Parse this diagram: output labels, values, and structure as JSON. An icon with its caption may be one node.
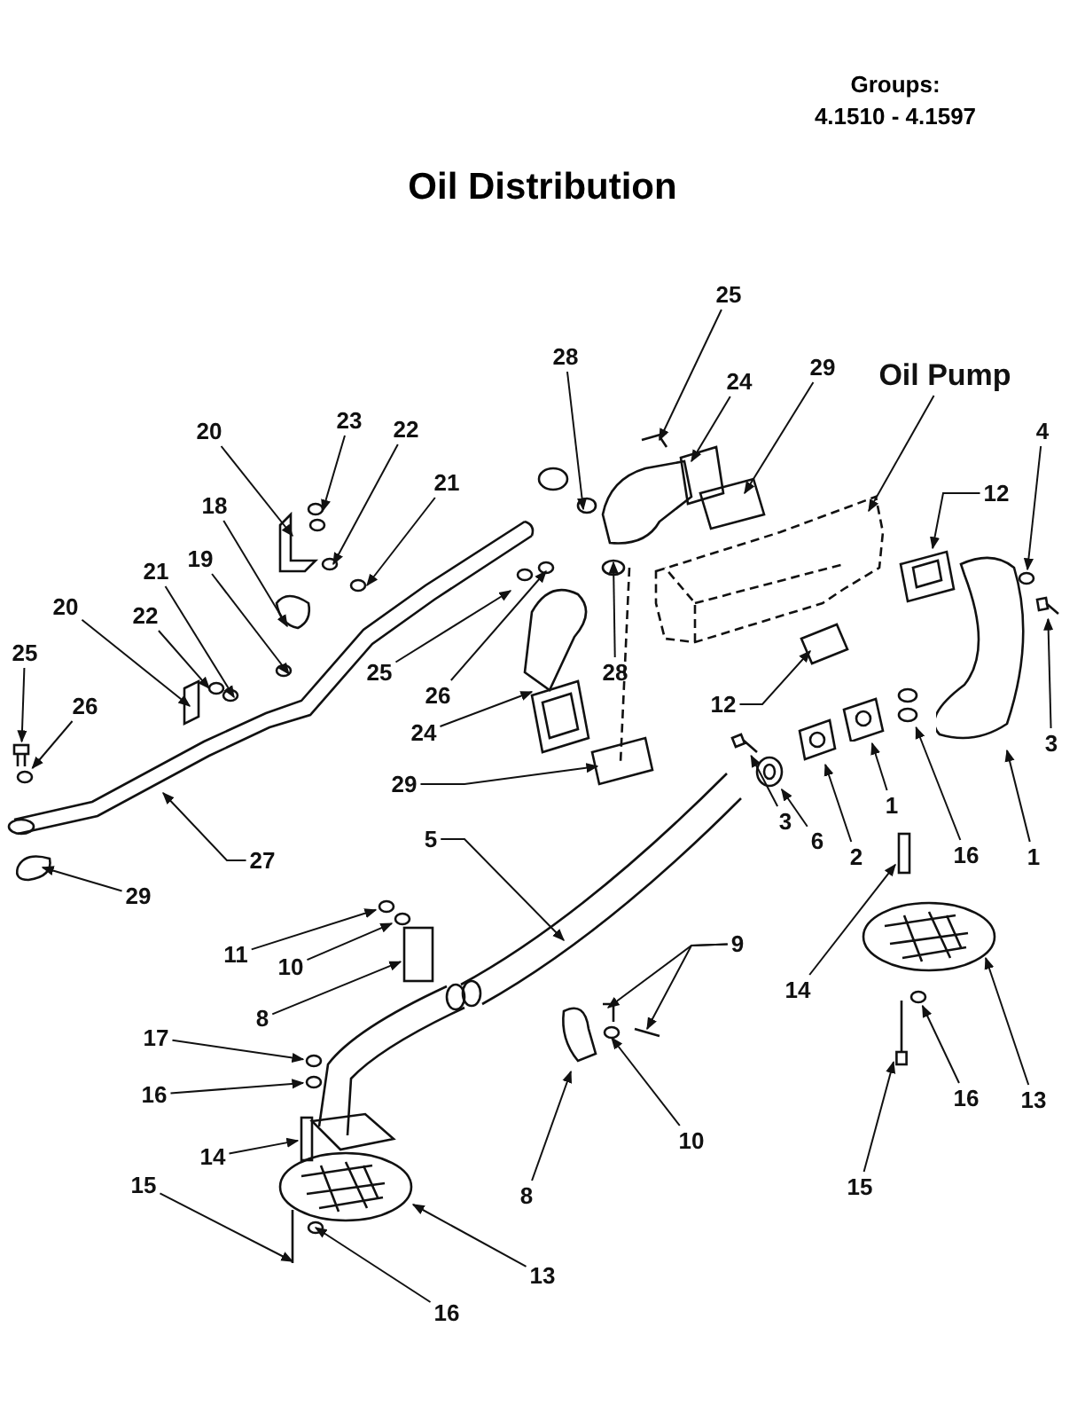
{
  "diagram": {
    "title": "Oil Distribution",
    "nodes": [
      {
        "text": [
          "25"
        ]
      },
      {
        "text": [
          "28"
        ]
      },
      {
        "text": [
          "24"
        ]
      },
      {
        "text": [
          "29"
        ]
      },
      {
        "text": [
          "Oil Pump"
        ]
      },
      {
        "text": [
          "4"
        ]
      },
      {
        "text": [
          "20"
        ]
      },
      {
        "text": [
          "23"
        ]
      },
      {
        "text": [
          "22"
        ]
      },
      {
        "text": [
          "21"
        ]
      },
      {
        "text": [
          "12"
        ]
      },
      {
        "text": [
          "18"
        ]
      },
      {
        "text": [
          "21"
        ]
      },
      {
        "text": [
          "19"
        ]
      },
      {
        "text": [
          "20"
        ]
      },
      {
        "text": [
          "22"
        ]
      },
      {
        "text": [
          "25"
        ]
      },
      {
        "text": [
          "26"
        ]
      },
      {
        "text": [
          "25"
        ]
      },
      {
        "text": [
          "26"
        ]
      },
      {
        "text": [
          "28"
        ]
      },
      {
        "text": [
          "24"
        ]
      },
      {
        "text": [
          "12"
        ]
      },
      {
        "text": [
          "3"
        ]
      },
      {
        "text": [
          "29"
        ]
      },
      {
        "text": [
          "3"
        ]
      },
      {
        "text": [
          "1"
        ]
      },
      {
        "text": [
          "5"
        ]
      },
      {
        "text": [
          "6"
        ]
      },
      {
        "text": [
          "2"
        ]
      },
      {
        "text": [
          "16"
        ]
      },
      {
        "text": [
          "1"
        ]
      },
      {
        "text": [
          "27"
        ]
      },
      {
        "text": [
          "29"
        ]
      },
      {
        "text": [
          "11"
        ]
      },
      {
        "text": [
          "10"
        ]
      },
      {
        "text": [
          "9"
        ]
      },
      {
        "text": [
          "14"
        ]
      },
      {
        "text": [
          "8"
        ]
      },
      {
        "text": [
          "17"
        ]
      },
      {
        "text": [
          "16"
        ]
      },
      {
        "text": [
          "16"
        ]
      },
      {
        "text": [
          "13"
        ]
      },
      {
        "text": [
          "14"
        ]
      },
      {
        "text": [
          "10"
        ]
      },
      {
        "text": [
          "15"
        ]
      },
      {
        "text": [
          "8"
        ]
      },
      {
        "text": [
          "15"
        ]
      },
      {
        "text": [
          "13"
        ]
      },
      {
        "text": [
          "16"
        ]
      },
      {
        "text": [],
        "shape": "picture"
      },
      {
        "text": [],
        "shape": "picture"
      },
      {
        "text": [],
        "shape": "picture"
      },
      {
        "text": [],
        "shape": "picture"
      },
      {
        "text": [],
        "shape": "picture"
      },
      {
        "text": [],
        "shape": "circle"
      },
      {
        "text": [],
        "shape": "box"
      },
      {
        "text": [],
        "shape": "circle"
      },
      {
        "text": [],
        "shape": "picture"
      },
      {
        "text": [],
        "shape": "circle"
      },
      {
        "text": [],
        "shape": "picture"
      },
      {
        "text": [],
        "shape": "picture"
      },
      {
        "text": [],
        "shape": "picture"
      },
      {
        "text": [],
        "shape": "picture"
      },
      {
        "text": [],
        "shape": "circle"
      },
      {
        "text": [],
        "shape": "circle"
      },
      {
        "text": [],
        "shape": "circle"
      },
      {
        "text": [],
        "shape": "circle"
      },
      {
        "text": [],
        "shape": "box"
      },
      {
        "text": [],
        "shape": "box"
      }
    ],
    "edges": [
      {
        "from": 0,
        "to": null,
        "arrow": "to"
      },
      {
        "from": 1,
        "to": null,
        "arrow": "to"
      },
      {
        "from": 2,
        "to": null,
        "arrow": "to"
      },
      {
        "from": 3,
        "to": null,
        "arrow": "to"
      },
      {
        "from": 4,
        "to": null,
        "arrow": "to"
      },
      {
        "from": 5,
        "to": 59,
        "arrow": "to"
      },
      {
        "from": 6,
        "to": null,
        "arrow": "to"
      },
      {
        "from": 7,
        "to": null,
        "arrow": "to"
      },
      {
        "from": 8,
        "to": null,
        "arrow": "to"
      },
      {
        "from": 9,
        "to": null,
        "arrow": "to"
      },
      {
        "from": 10,
        "to": 61,
        "arrow": "to"
      },
      {
        "from": 11,
        "to": null,
        "arrow": "to"
      },
      {
        "from": 12,
        "to": null,
        "arrow": "to"
      },
      {
        "from": 13,
        "to": null,
        "arrow": "to"
      },
      {
        "from": 14,
        "to": null,
        "arrow": "to"
      },
      {
        "from": 15,
        "to": null,
        "arrow": "to"
      },
      {
        "from": 16,
        "to": 50,
        "arrow": "to"
      },
      {
        "from": 17,
        "to": 67,
        "arrow": "to"
      },
      {
        "from": 18,
        "to": null,
        "arrow": "to"
      },
      {
        "from": 19,
        "to": null,
        "arrow": "to"
      },
      {
        "from": 20,
        "to": null,
        "arrow": "to"
      },
      {
        "from": 21,
        "to": null,
        "arrow": "to"
      },
      {
        "from": 22,
        "to": null,
        "arrow": "to"
      },
      {
        "from": 23,
        "to": 60,
        "arrow": "to"
      },
      {
        "from": 24,
        "to": null,
        "arrow": "to"
      },
      {
        "from": 25,
        "to": 51,
        "arrow": "to"
      },
      {
        "from": 26,
        "to": 63,
        "arrow": "to"
      },
      {
        "from": 27,
        "to": null,
        "arrow": "to"
      },
      {
        "from": 28,
        "to": 52,
        "arrow": "to"
      },
      {
        "from": 29,
        "to": 53,
        "arrow": "to"
      },
      {
        "from": 30,
        "to": 62,
        "arrow": "to"
      },
      {
        "from": 31,
        "to": 54,
        "arrow": "to"
      },
      {
        "from": 32,
        "to": null,
        "arrow": "to"
      },
      {
        "from": 33,
        "to": null,
        "arrow": "to"
      },
      {
        "from": 34,
        "to": 55,
        "arrow": "to"
      },
      {
        "from": 35,
        "to": 64,
        "arrow": "to"
      },
      {
        "from": 36,
        "to": null,
        "arrow": "to"
      },
      {
        "from": 36,
        "to": null,
        "arrow": "to"
      },
      {
        "from": 37,
        "to": 56,
        "arrow": "to"
      },
      {
        "from": 38,
        "to": 68,
        "arrow": "to"
      },
      {
        "from": 39,
        "to": 57,
        "arrow": "to"
      },
      {
        "from": 40,
        "to": 65,
        "arrow": "to"
      },
      {
        "from": 41,
        "to": null,
        "arrow": "to"
      },
      {
        "from": 42,
        "to": null,
        "arrow": "to"
      },
      {
        "from": 43,
        "to": 69,
        "arrow": "to"
      },
      {
        "from": 44,
        "to": null,
        "arrow": "to"
      },
      {
        "from": 45,
        "to": null,
        "arrow": "to"
      },
      {
        "from": 46,
        "to": null,
        "arrow": "to"
      },
      {
        "from": 47,
        "to": 58,
        "arrow": "to"
      },
      {
        "from": 48,
        "to": null,
        "arrow": "to"
      },
      {
        "from": 49,
        "to": 66,
        "arrow": "to"
      }
    ],
    "labels": [
      "Groups:",
      "4.1510 - 4.1597"
    ]
  }
}
